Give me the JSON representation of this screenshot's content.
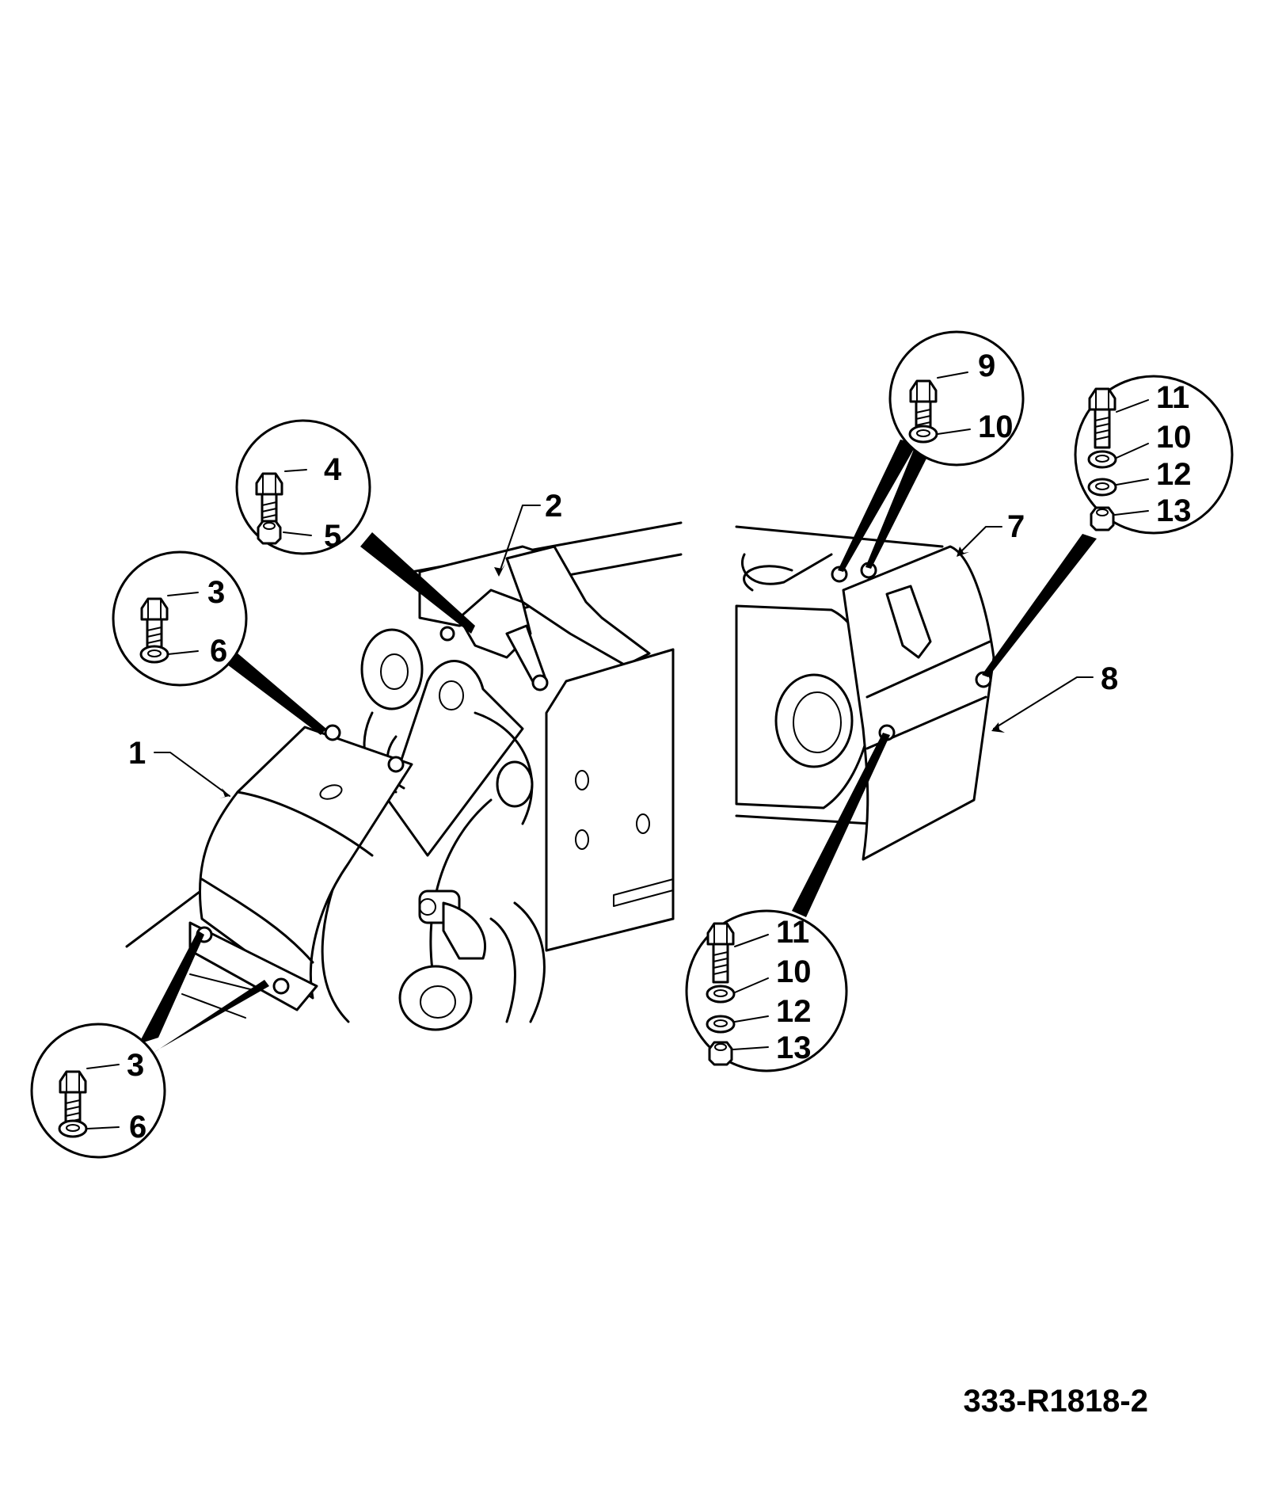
{
  "drawing_ref": "333-R1818-2",
  "part_labels": {
    "p1": "1",
    "p2": "2",
    "p7": "7",
    "p8": "8"
  },
  "detail_groups": [
    {
      "name": "detail-3-6-upper",
      "items": [
        "3",
        "6"
      ]
    },
    {
      "name": "detail-4-5",
      "items": [
        "4",
        "5"
      ]
    },
    {
      "name": "detail-3-6-lower",
      "items": [
        "3",
        "6"
      ]
    },
    {
      "name": "detail-9-10",
      "items": [
        "9",
        "10"
      ]
    },
    {
      "name": "detail-11-13-upper",
      "items": [
        "11",
        "10",
        "12",
        "13"
      ]
    },
    {
      "name": "detail-11-13-lower",
      "items": [
        "11",
        "10",
        "12",
        "13"
      ]
    }
  ],
  "icons": [
    "bolt-icon",
    "washer-icon",
    "nut-icon"
  ]
}
